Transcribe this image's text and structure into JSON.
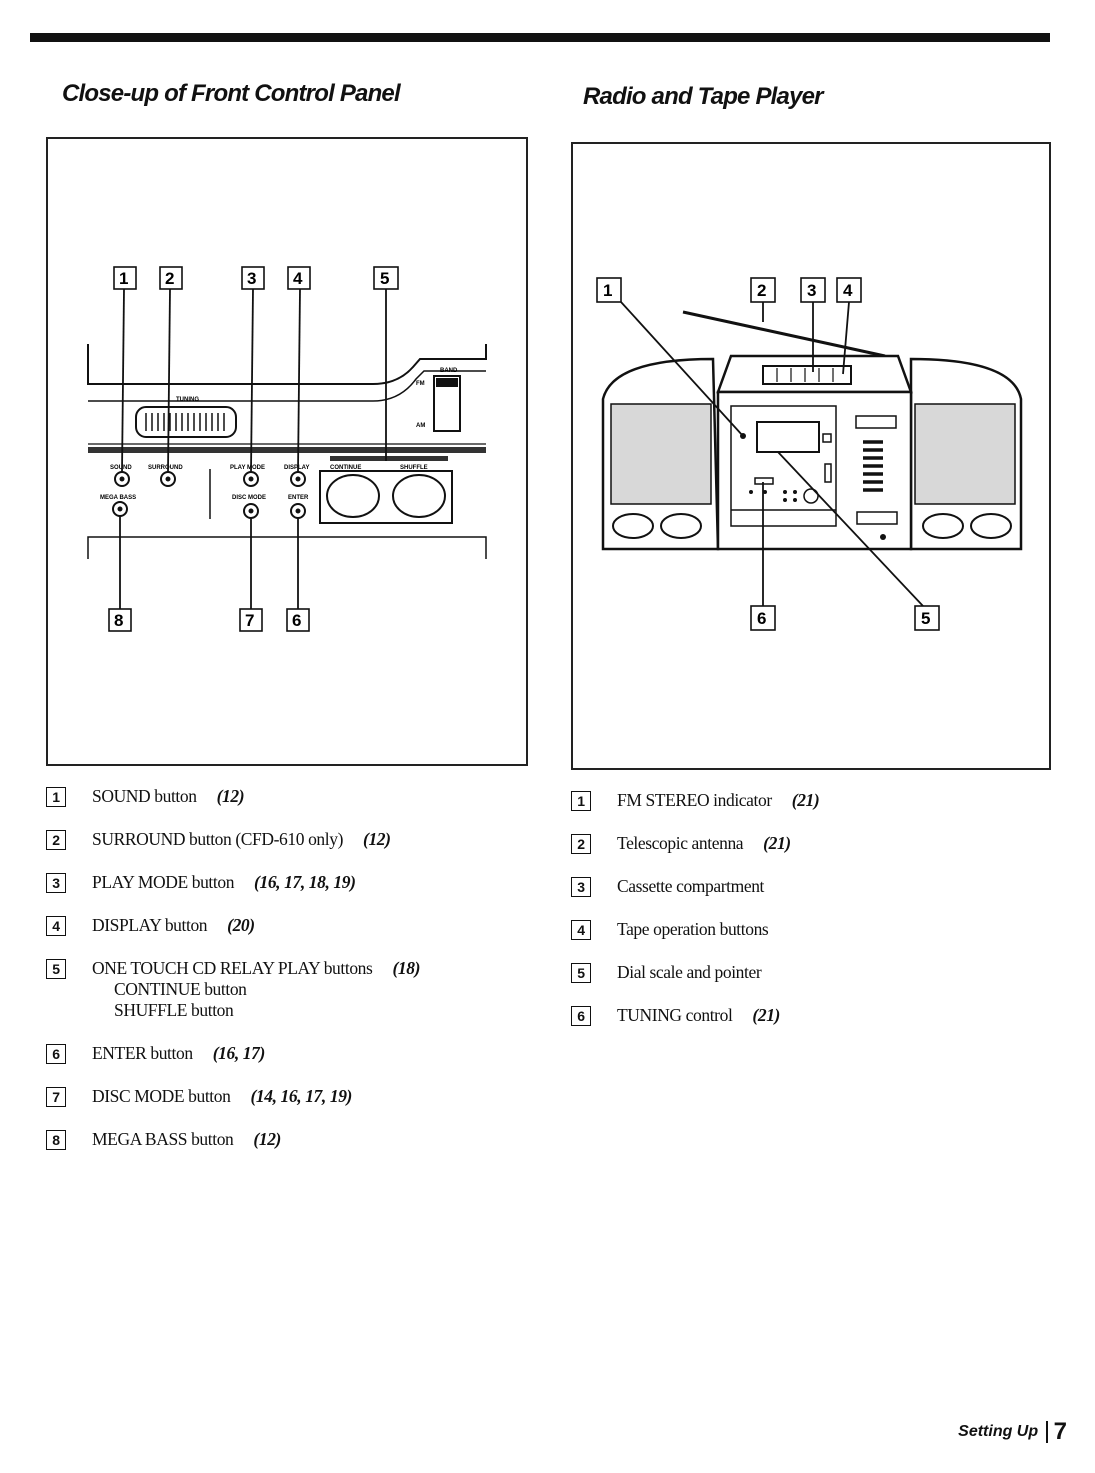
{
  "left_section": {
    "title": "Close-up of Front Control Panel"
  },
  "right_section": {
    "title": "Radio and Tape Player"
  },
  "panel_labels": {
    "tuning": "TUNING",
    "band": "BAND",
    "fm": "FM",
    "am": "AM",
    "sound": "SOUND",
    "surround": "SURROUND",
    "play_mode": "PLAY MODE",
    "display": "DISPLAY",
    "continue": "CONTINUE",
    "shuffle": "SHUFFLE",
    "mega_bass": "MEGA BASS",
    "disc_mode": "DISC MODE",
    "enter": "ENTER"
  },
  "callouts": {
    "left": [
      "1",
      "2",
      "3",
      "4",
      "5",
      "8",
      "7",
      "6"
    ],
    "right": [
      "1",
      "2",
      "3",
      "4",
      "6",
      "5"
    ]
  },
  "left_legend": [
    {
      "num": "1",
      "text": "SOUND button",
      "pages": "(12)"
    },
    {
      "num": "2",
      "text": "SURROUND button (CFD-610 only)",
      "pages": "(12)"
    },
    {
      "num": "3",
      "text": "PLAY MODE button",
      "pages": "(16, 17, 18, 19)"
    },
    {
      "num": "4",
      "text": "DISPLAY button",
      "pages": "(20)"
    },
    {
      "num": "5",
      "text": "ONE TOUCH CD RELAY PLAY buttons",
      "pages": "(18)",
      "sub": [
        "CONTINUE button",
        "SHUFFLE button"
      ]
    },
    {
      "num": "6",
      "text": "ENTER button",
      "pages": "(16, 17)"
    },
    {
      "num": "7",
      "text": "DISC MODE button",
      "pages": "(14, 16, 17, 19)"
    },
    {
      "num": "8",
      "text": "MEGA BASS button",
      "pages": "(12)"
    }
  ],
  "right_legend": [
    {
      "num": "1",
      "text": "FM STEREO indicator",
      "pages": "(21)"
    },
    {
      "num": "2",
      "text": "Telescopic antenna",
      "pages": "(21)"
    },
    {
      "num": "3",
      "text": "Cassette compartment",
      "pages": ""
    },
    {
      "num": "4",
      "text": "Tape operation buttons",
      "pages": ""
    },
    {
      "num": "5",
      "text": "Dial scale and pointer",
      "pages": ""
    },
    {
      "num": "6",
      "text": "TUNING control",
      "pages": "(21)"
    }
  ],
  "footer": {
    "section": "Setting Up",
    "page": "7"
  }
}
